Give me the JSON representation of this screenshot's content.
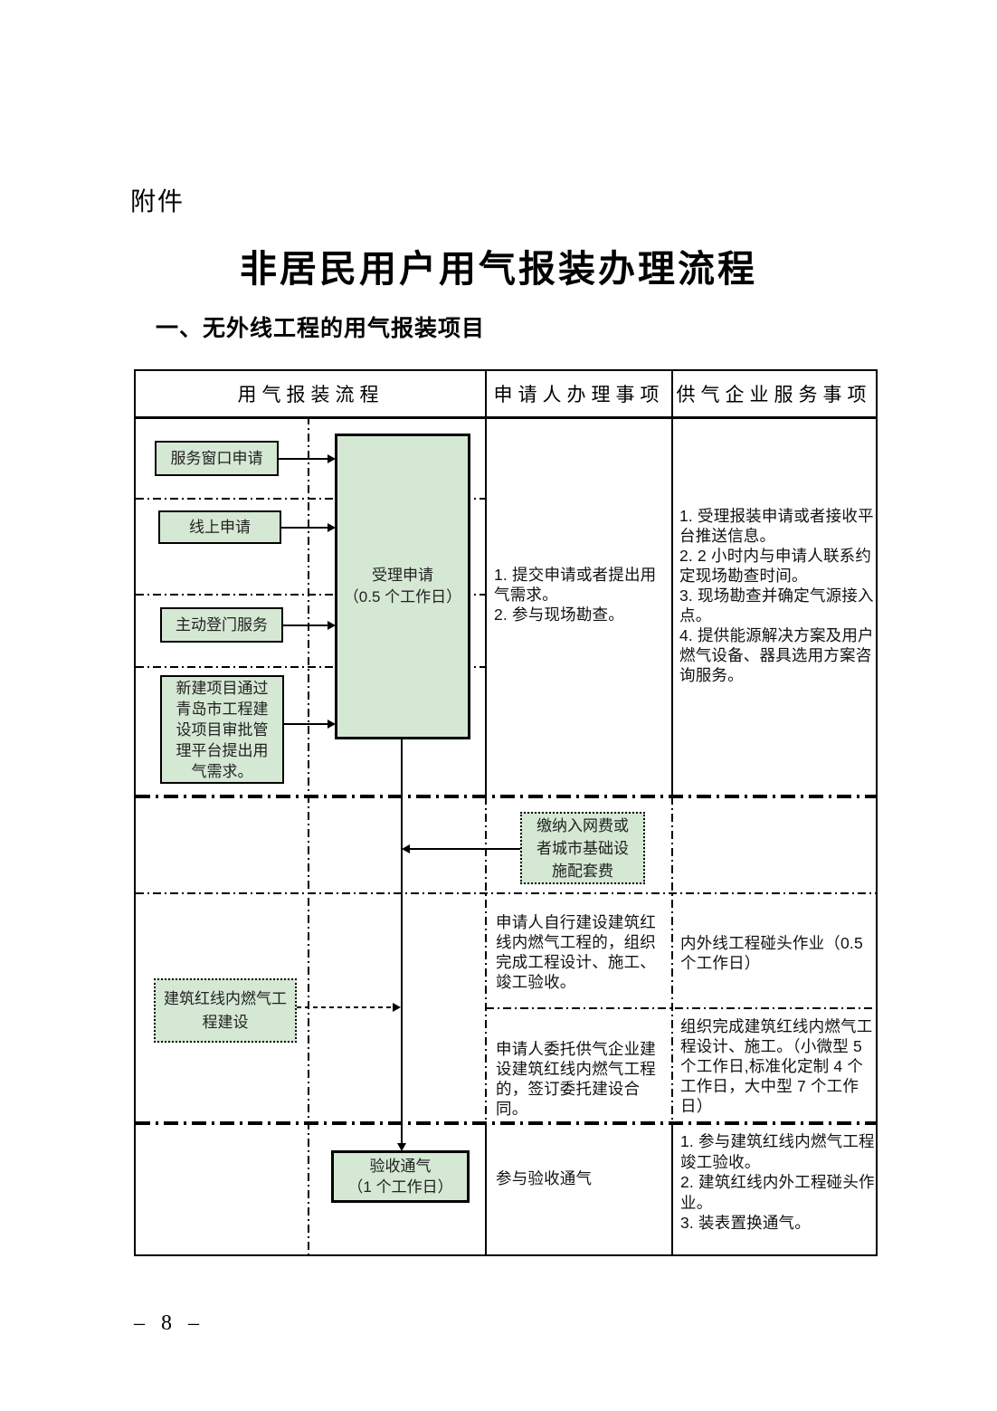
{
  "page": {
    "attachment_label": "附件",
    "title": "非居民用户用气报装办理流程",
    "section_heading": "一、无外线工程的用气报装项目",
    "page_number": "– 8 –"
  },
  "colors": {
    "box_fill": "#d5e8d4",
    "line": "#000000"
  },
  "table": {
    "headers": {
      "process": "用气报装流程",
      "applicant": "申请人办理事项",
      "supplier": "供气企业服务事项"
    },
    "row1": {
      "applicant_items": [
        "1. 提交申请或者提出用气需求。",
        "2. 参与现场勘查。"
      ],
      "supplier_items": [
        "1. 受理报装申请或者接收平台推送信息。",
        "2. 2 小时内与申请人联系约定现场勘查时间。",
        "3. 现场勘查并确定气源接入点。",
        "4. 提供能源解决方案及用户燃气设备、器具选用方案咨询服务。"
      ]
    },
    "row3a": {
      "applicant": "申请人自行建设建筑红线内燃气工程的，组织完成工程设计、施工、竣工验收。",
      "supplier": "内外线工程碰头作业（0.5 个工作日）"
    },
    "row3b": {
      "applicant": "申请人委托供气企业建设建筑红线内燃气工程的，签订委托建设合同。",
      "supplier": "组织完成建筑红线内燃气工程设计、施工。（小微型 5 个工作日,标准化定制 4 个工作日，大中型 7 个工作日）"
    },
    "row4": {
      "applicant": "参与验收通气",
      "supplier_items": [
        "1. 参与建筑红线内燃气工程竣工验收。",
        "2. 建筑红线内外工程碰头作业。",
        "3. 装表置换通气。"
      ]
    }
  },
  "flowchart": {
    "entry_boxes": [
      "服务窗口申请",
      "线上申请",
      "主动登门服务",
      "新建项目通过青岛市工程建设项目审批管理平台提出用气需求。"
    ],
    "accept_box": {
      "line1": "受理申请",
      "line2": "（0.5 个工作日）"
    },
    "pay_box": "缴纳入网费或者城市基础设施配套费",
    "construction_box": "建筑红线内燃气工程建设",
    "final_box": {
      "line1": "验收通气",
      "line2": "（1 个工作日）"
    }
  }
}
